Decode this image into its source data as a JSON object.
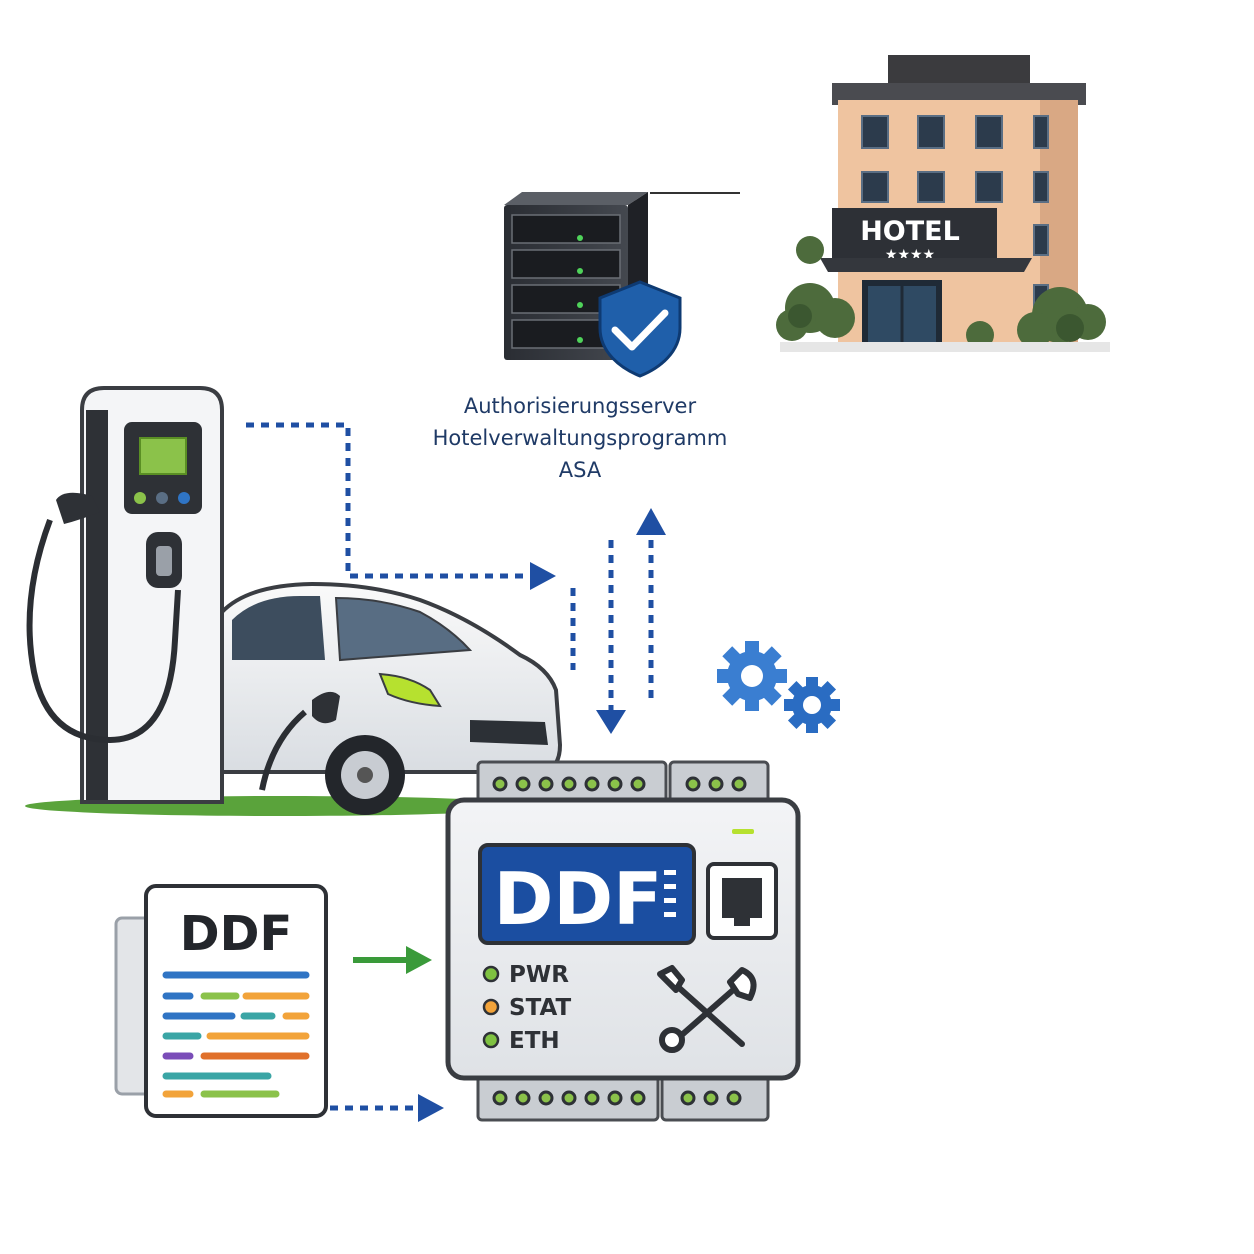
{
  "server": {
    "caption_lines": [
      "Authorisierungsserver",
      "Hotelverwaltungsprogramm",
      "ASA"
    ]
  },
  "hotel": {
    "sign": "HOTEL",
    "stars": "★★★★"
  },
  "controller": {
    "logo": "DDF",
    "leds": [
      {
        "label": "PWR",
        "color": "#7fc241"
      },
      {
        "label": "STAT",
        "color": "#f2a33a"
      },
      {
        "label": "ETH",
        "color": "#7fc241"
      }
    ]
  },
  "document": {
    "title": "DDF"
  },
  "colors": {
    "arrow_blue": "#1f4fa3",
    "arrow_green": "#3a9a3a",
    "ddf_blue": "#1b4ea1",
    "gear_blue": "#3a7ed1"
  },
  "icons": [
    "server-icon",
    "shield-check-icon",
    "hotel-building-icon",
    "charging-station-icon",
    "electric-car-icon",
    "gears-icon",
    "ethernet-port-icon",
    "wrench-screwdriver-icon",
    "document-icon"
  ]
}
